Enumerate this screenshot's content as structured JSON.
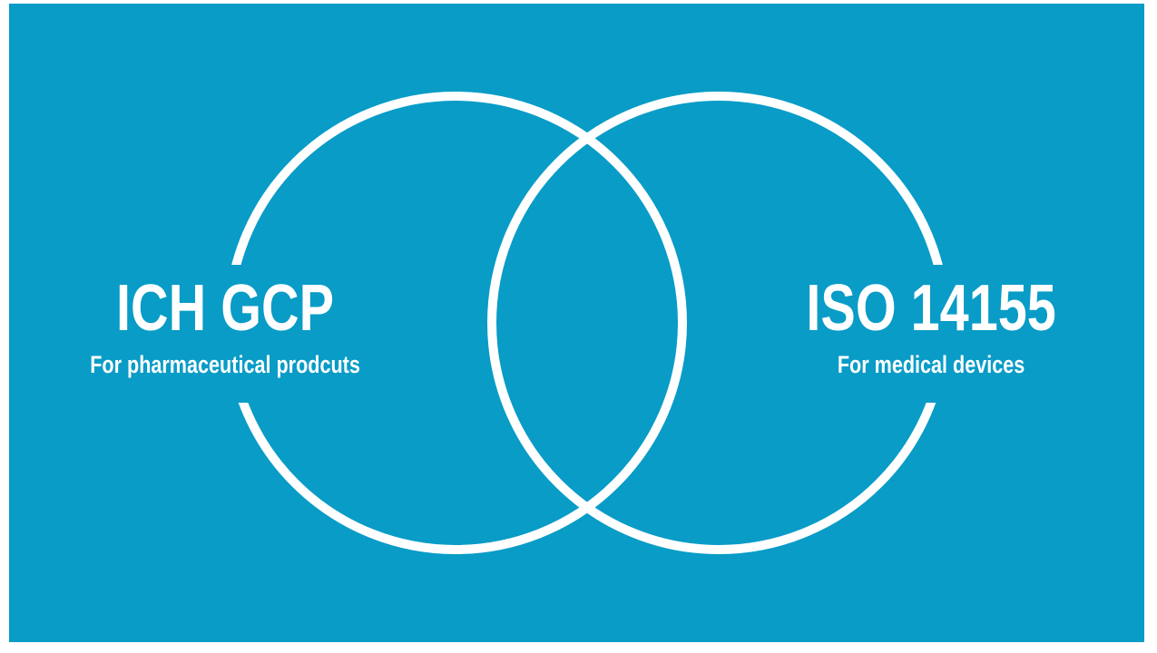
{
  "frame": {
    "background": "#ffffff"
  },
  "slide": {
    "background": "#089CC7"
  },
  "venn": {
    "stroke_color": "#ffffff",
    "text_color": "#ffffff",
    "left_label": {
      "title": "ICH GCP",
      "subtitle": "For pharmaceutical prodcuts"
    },
    "right_label": {
      "title": "ISO 14155",
      "subtitle": "For medical devices"
    }
  }
}
